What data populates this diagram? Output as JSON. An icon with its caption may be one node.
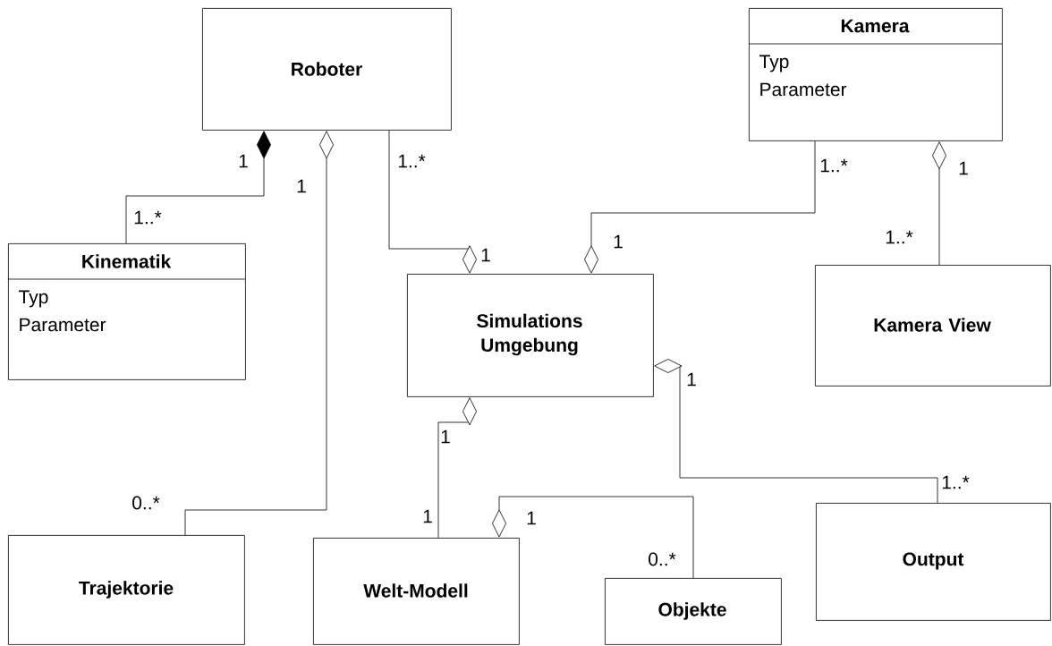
{
  "diagram": {
    "nodes": [
      {
        "text": [
          "Roboter"
        ]
      },
      {
        "text": [
          "Kinematik",
          "Typ",
          "Parameter"
        ]
      },
      {
        "text": [
          "Kamera",
          "Typ",
          "Parameter"
        ]
      },
      {
        "text": [
          "Simulations Umgebung"
        ]
      },
      {
        "text": [
          "Kamera View"
        ]
      },
      {
        "text": [
          "Trajektorie"
        ]
      },
      {
        "text": [
          "Welt-Modell"
        ]
      },
      {
        "text": [
          "Objekte"
        ]
      },
      {
        "text": [
          "Output"
        ]
      }
    ],
    "edges": [
      {
        "from": 0,
        "to": 1,
        "arrow": "other"
      },
      {
        "from": 0,
        "to": 5,
        "arrow": "other"
      },
      {
        "from": 3,
        "to": 0,
        "arrow": "other"
      },
      {
        "from": 3,
        "to": 2,
        "arrow": "other"
      },
      {
        "from": 2,
        "to": 4,
        "arrow": "other"
      },
      {
        "from": 3,
        "to": 8,
        "arrow": "other"
      },
      {
        "from": 3,
        "to": 6,
        "arrow": "other"
      },
      {
        "from": 6,
        "to": 7,
        "arrow": "other"
      }
    ],
    "labels": [
      "1",
      "1..*",
      "1..*",
      "1",
      "1",
      "1..*",
      "1",
      "1..*",
      "1",
      "1",
      "1",
      "1..*",
      "0..*",
      "1",
      "1",
      "0..*"
    ]
  }
}
